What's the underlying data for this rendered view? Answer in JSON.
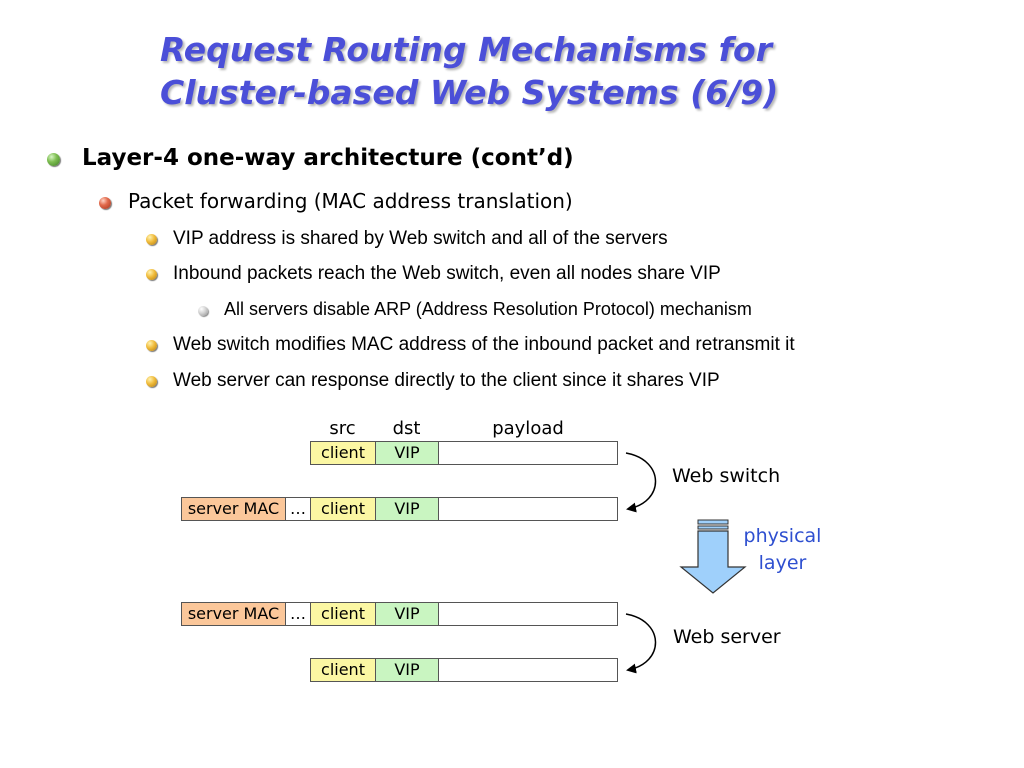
{
  "title": {
    "line1": "Request Routing Mechanisms for",
    "line2": "Cluster-based Web Systems (6/9)"
  },
  "bullets": {
    "l1": "Layer-4 one-way architecture (cont’d)",
    "l2": "Packet forwarding (MAC address translation)",
    "l3a": "VIP address is shared by Web switch and all of the servers",
    "l3b": "Inbound packets reach the Web switch, even all nodes share VIP",
    "l4": "All servers disable ARP (Address Resolution Protocol) mechanism",
    "l3c": "Web switch modifies MAC address of the inbound packet and retransmit it",
    "l3d": "Web server can response directly to the client since it shares VIP"
  },
  "diagram": {
    "headers": {
      "src": "src",
      "dst": "dst",
      "payload": "payload"
    },
    "cells": {
      "mac": "server MAC",
      "dots": "…",
      "client": "client",
      "vip": "VIP"
    },
    "labels": {
      "web_switch": "Web switch",
      "web_server": "Web server",
      "physical_line1": "physical",
      "physical_line2": "layer"
    },
    "colors": {
      "mac": "#fbc79a",
      "client": "#fbf7a3",
      "vip": "#c9f5c1",
      "arrow": "#9fd0fb",
      "title": "#4b4fd8",
      "physical": "#2e4fd0"
    }
  }
}
